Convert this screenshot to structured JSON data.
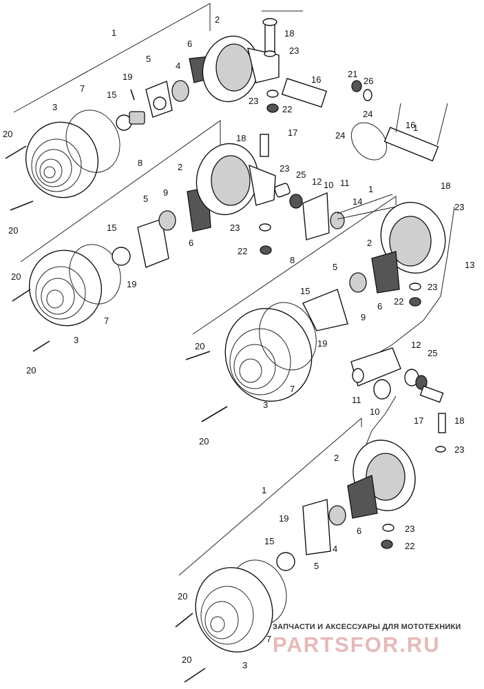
{
  "watermark": {
    "tagline": "ЗАПЧАСТИ И АКСЕССУАРЫ ДЛЯ МОТОТЕХНИКИ",
    "logo": "PARTSFOR.RU"
  },
  "callouts": {
    "top_left_assembly": [
      "1",
      "2",
      "3",
      "4",
      "5",
      "6",
      "7",
      "15",
      "19",
      "20"
    ],
    "top_center": [
      "16",
      "18",
      "21",
      "22",
      "23",
      "24",
      "26"
    ],
    "left_middle": [
      "2",
      "3",
      "5",
      "6",
      "7",
      "8",
      "9",
      "15",
      "17",
      "18",
      "19",
      "20",
      "23",
      "25"
    ],
    "center_middle": [
      "10",
      "11",
      "12",
      "14",
      "22",
      "23"
    ],
    "right_middle": [
      "2",
      "3",
      "5",
      "6",
      "7",
      "8",
      "9",
      "13",
      "15",
      "19",
      "20",
      "22",
      "23"
    ],
    "right_lower": [
      "10",
      "11",
      "12",
      "17",
      "18",
      "23",
      "25"
    ],
    "bottom_assembly": [
      "1",
      "2",
      "3",
      "4",
      "5",
      "6",
      "7",
      "15",
      "19",
      "20",
      "22",
      "23"
    ]
  }
}
